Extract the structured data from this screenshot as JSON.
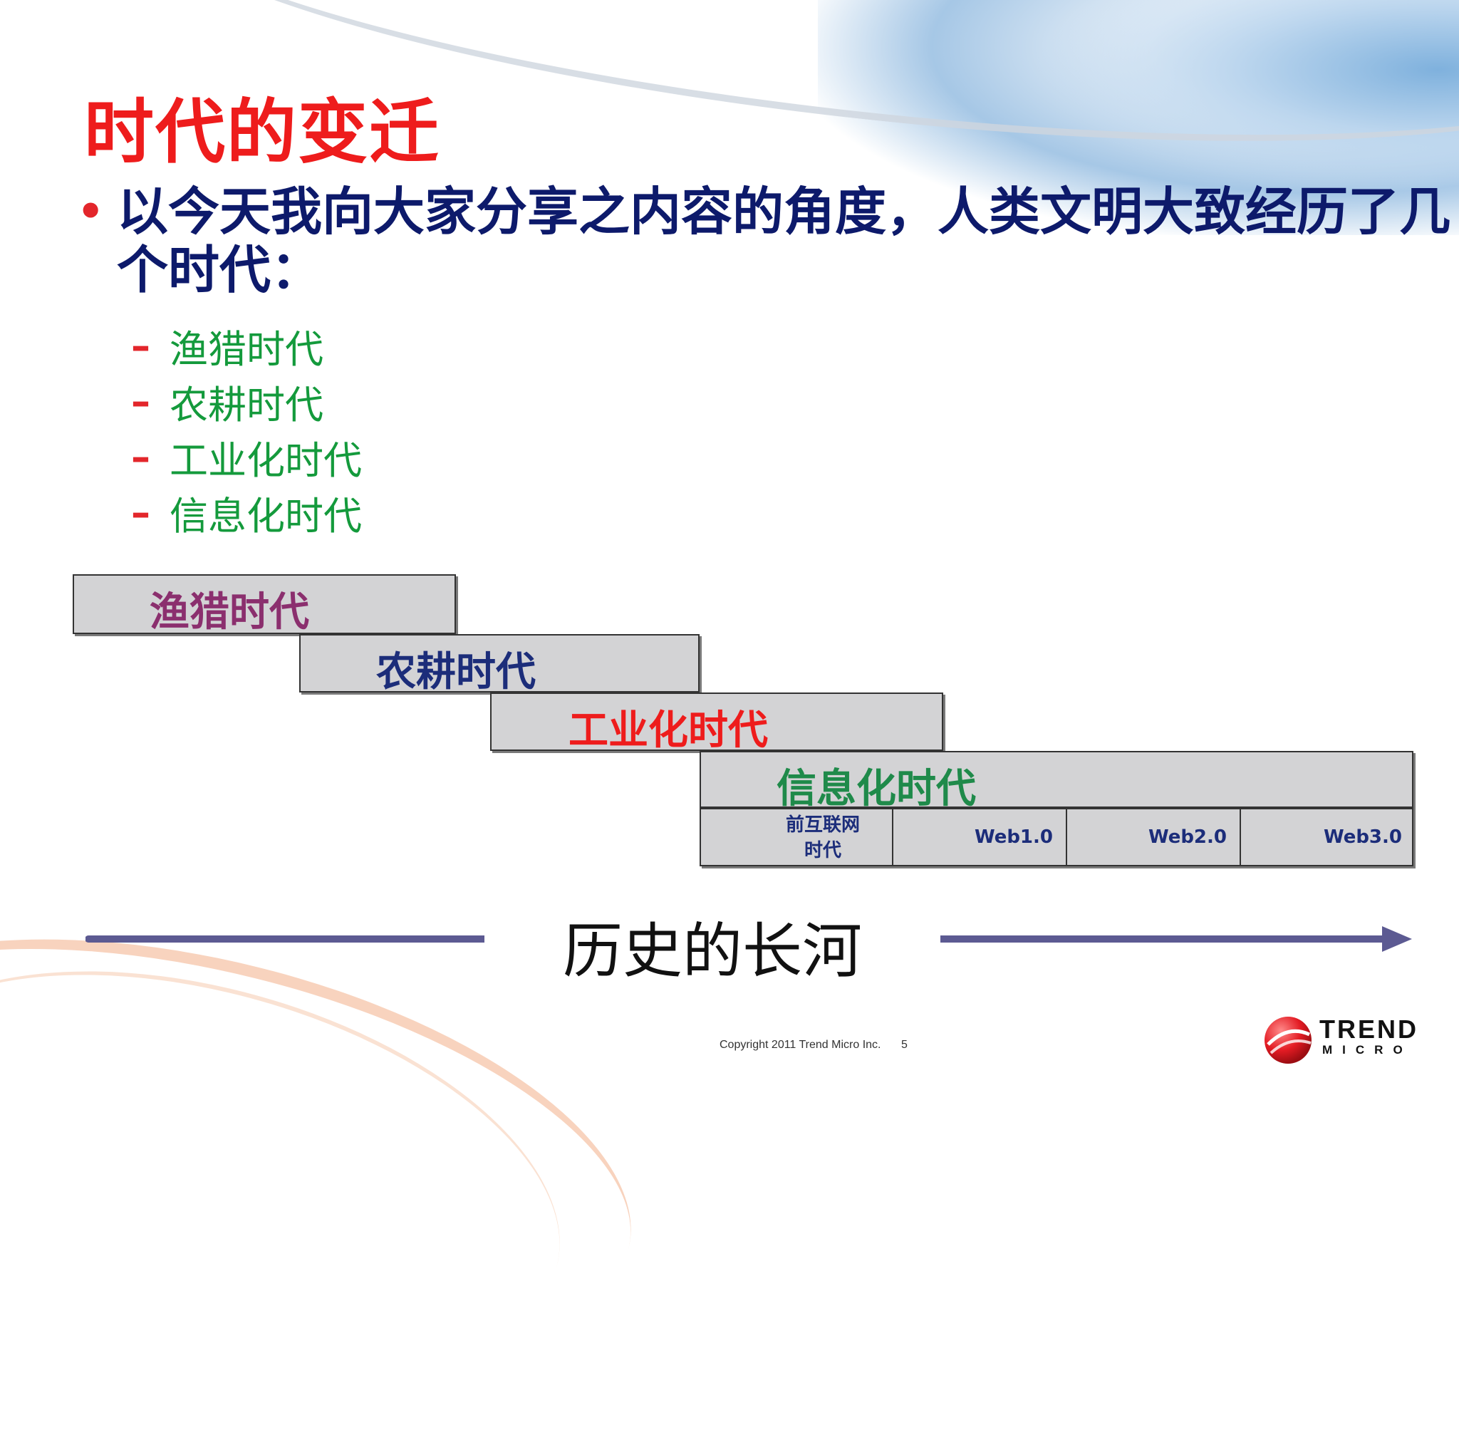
{
  "title": "时代的变迁",
  "bullet": "以今天我向大家分享之内容的角度，人类文明大致经历了几个时代：",
  "bullet_marker": "•",
  "sub_marker": "–",
  "sub_items": [
    "渔猎时代",
    "农耕时代",
    "工业化时代",
    "信息化时代"
  ],
  "eras": {
    "hunting": "渔猎时代",
    "farming": "农耕时代",
    "industrial": "工业化时代",
    "information": "信息化时代"
  },
  "info_phases": [
    "前互联网\n时代",
    "Web1.0",
    "Web2.0",
    "Web3.0"
  ],
  "timeline_label": "历史的长河",
  "footer": {
    "copyright": "Copyright 2011   Trend Micro Inc.",
    "page_number": "5"
  },
  "logo": {
    "line1": "TREND",
    "line2": "MICRO"
  },
  "colors": {
    "title": "#ee1c1c",
    "bullet_text": "#0d1a6b",
    "sub_text": "#149a3c",
    "timeline_arrow": "#5c5a92"
  }
}
